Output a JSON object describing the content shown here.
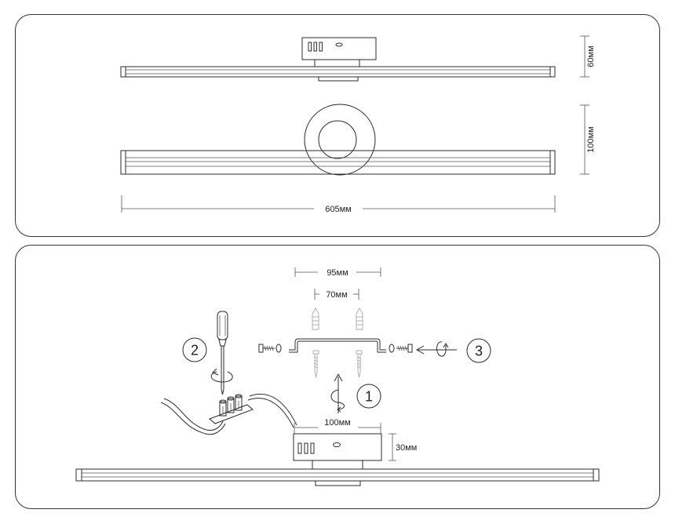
{
  "top_panel": {
    "dim_height_side": "60мм",
    "dim_height_top": "100мм",
    "dim_length": "605мм"
  },
  "bottom_panel": {
    "dim_outer_spacing": "95мм",
    "dim_inner_spacing": "70мм",
    "dim_base_width": "100мм",
    "dim_base_height": "30мм",
    "steps": [
      "1",
      "2",
      "3"
    ]
  }
}
